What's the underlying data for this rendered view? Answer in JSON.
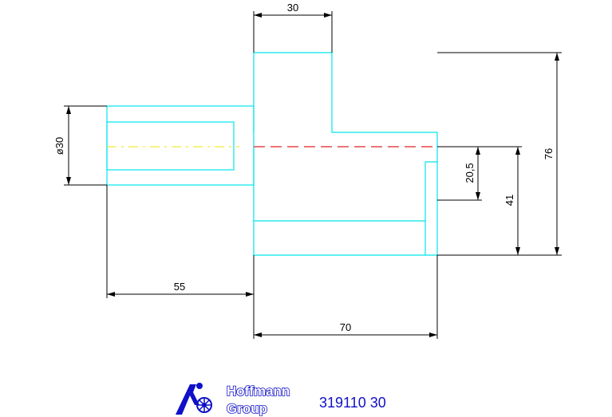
{
  "drawing": {
    "dimensions": {
      "top_width": "30",
      "shaft_diameter": "ø30",
      "shaft_length": "55",
      "body_length": "70",
      "overall_height": "76",
      "right_height": "41",
      "bore_offset": "20,5"
    }
  },
  "title_block": {
    "company_line1": "Hoffmann",
    "company_line2": "Group",
    "part_number": "319110 30"
  },
  "colors": {
    "outline": "#00e5ee",
    "centerline_red": "#e02020",
    "centerline_yellow": "#e8e800",
    "dimension": "#000000",
    "brand_blue": "#1010c8"
  }
}
